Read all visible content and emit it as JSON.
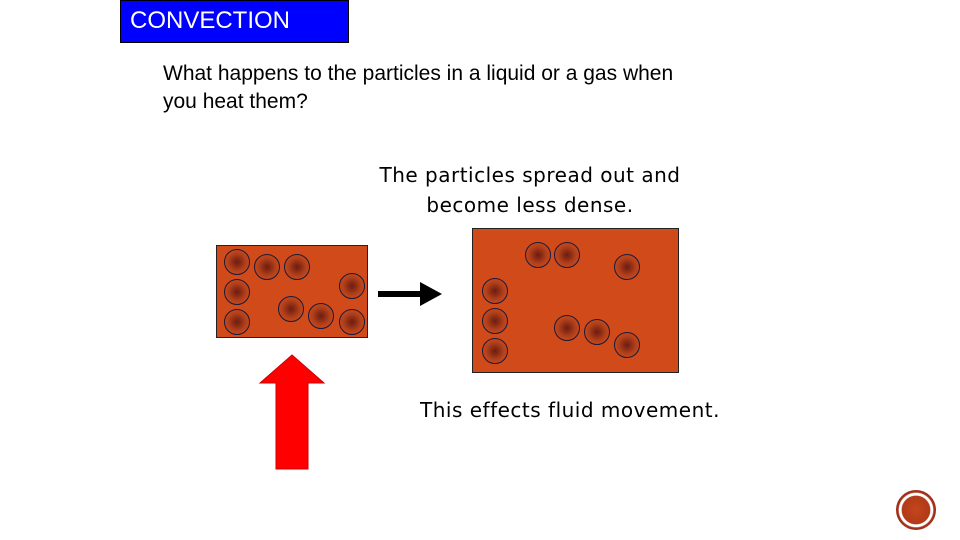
{
  "slide": {
    "title": "CONVECTION",
    "question": "What happens to the particles in a liquid or a gas when you heat them?",
    "answer": "The particles spread out and become less dense.",
    "effect": "This effects fluid movement."
  },
  "colors": {
    "title_background": "#0000ff",
    "title_text": "#ffffff",
    "container_fill": "#d04a1a",
    "heat_arrow": "#ff0000",
    "direction_arrow": "#000000"
  },
  "icons": {
    "heat": "up-arrow-icon",
    "transition": "right-arrow-icon",
    "logo": "seal-logo-icon"
  }
}
